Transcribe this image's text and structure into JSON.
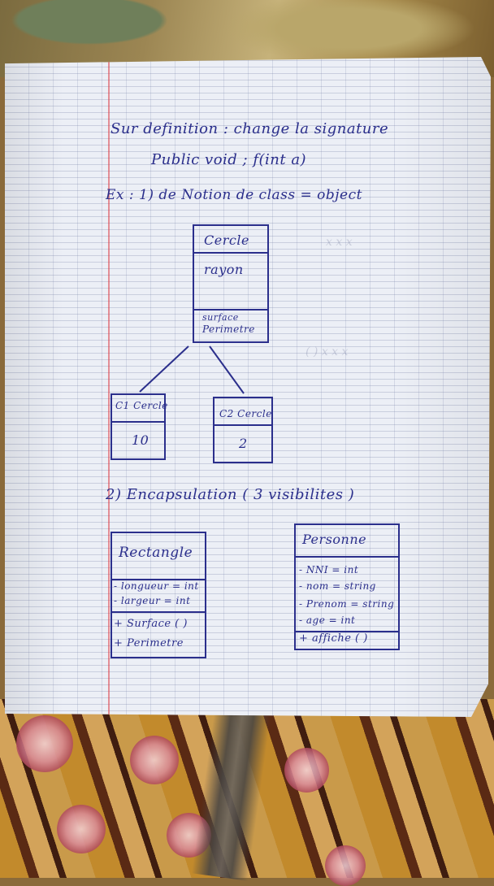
{
  "notes": {
    "line1": "Sur definition : change la signature",
    "line2": "Public void ; f(int a)",
    "line3": "Ex : 1) de Notion de class = object",
    "section2": "2) Encapsulation ( 3 visibilites )"
  },
  "cercle": {
    "name": "Cercle",
    "attribute": "rayon",
    "method1": "surface",
    "method2": "Perimetre"
  },
  "c1": {
    "name": "C1 Cercle",
    "value": "10"
  },
  "c2": {
    "name": "C2 Cercle",
    "value": "2"
  },
  "rectangle": {
    "name": "Rectangle",
    "attr1": "- longueur = int",
    "attr2": "- largeur = int",
    "method1": "+ Surface ( )",
    "method2": "+ Perimetre"
  },
  "personne": {
    "name": "Personne",
    "attr1": "- NNI = int",
    "attr2": "- nom = string",
    "attr3": "- Prenom = string",
    "attr4": "- age = int",
    "method1": "+ affiche ( )"
  }
}
